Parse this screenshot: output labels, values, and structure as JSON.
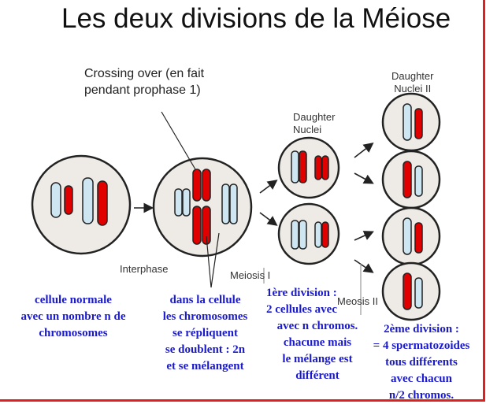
{
  "title": "Les deux divisions de la Méiose",
  "diagram": {
    "crossing_over_label": [
      "Crossing over (en fait",
      "pendant  prophase 1)"
    ],
    "daughter_nuclei": [
      "Daughter",
      "Nuclei"
    ],
    "daughter_nuclei_ii": [
      "Daughter",
      "Nuclei II"
    ],
    "interphase": "Interphase",
    "meiosis_i": "Meiosis I",
    "meiosis_ii": "Meosis II",
    "colors": {
      "maternal": "#e00000",
      "paternal": "#cde6f2",
      "cell": "#eeeae6",
      "annotation": "#1a1acc"
    }
  },
  "notes": {
    "normal_cell": [
      "cellule normale",
      "avec un nombre n de",
      "chromosomes"
    ],
    "replication": [
      "dans la cellule",
      "les chromosomes",
      "se répliquent",
      "se doublent : 2n",
      "et se mélangent"
    ],
    "first_division": [
      "1ère division :",
      "2 cellules avec",
      "avec n chromos.",
      "chacune mais",
      "le mélange est",
      "différent"
    ],
    "second_division": [
      "2ème division :",
      "= 4 spermatozoides",
      "tous différents",
      "avec chacun",
      "n/2 chromos."
    ]
  }
}
